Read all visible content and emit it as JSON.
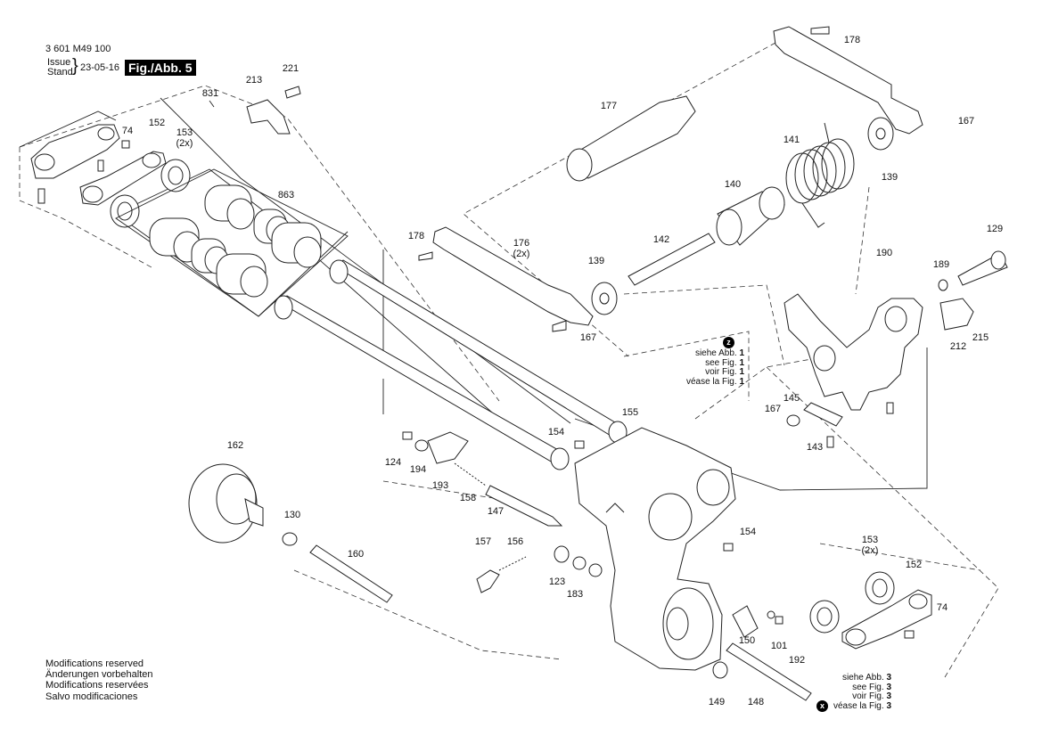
{
  "header": {
    "doc_number": "3 601 M49 100",
    "issue_label": "Issue",
    "stand_label": "Stand",
    "date": "23-05-16",
    "figure": "Fig./Abb. 5"
  },
  "ref_top": {
    "marker": "z",
    "lines": [
      {
        "text": "siehe Abb. ",
        "num": "1"
      },
      {
        "text": "see Fig. ",
        "num": "1"
      },
      {
        "text": "voir Fig. ",
        "num": "1"
      },
      {
        "text": "véase la Fig. ",
        "num": "1"
      }
    ]
  },
  "ref_bottom": {
    "marker": "x",
    "lines": [
      {
        "text": "siehe Abb. ",
        "num": "3"
      },
      {
        "text": "see Fig. ",
        "num": "3"
      },
      {
        "text": "voir Fig. ",
        "num": "3"
      },
      {
        "text": "véase la Fig. ",
        "num": "3"
      }
    ]
  },
  "footer": [
    "Modifications reserved",
    "Änderungen vorbehalten",
    "Modifications reservées",
    "Salvo modificaciones"
  ],
  "parts": [
    {
      "id": "p178a",
      "label": "178"
    },
    {
      "id": "p167a",
      "label": "167"
    },
    {
      "id": "p139a",
      "label": "139"
    },
    {
      "id": "p177",
      "label": "177"
    },
    {
      "id": "p141",
      "label": "141"
    },
    {
      "id": "p140",
      "label": "140"
    },
    {
      "id": "p142",
      "label": "142"
    },
    {
      "id": "p129",
      "label": "129"
    },
    {
      "id": "p190",
      "label": "190"
    },
    {
      "id": "p189",
      "label": "189"
    },
    {
      "id": "p215",
      "label": "215"
    },
    {
      "id": "p212",
      "label": "212"
    },
    {
      "id": "p178b",
      "label": "178"
    },
    {
      "id": "p176",
      "label": "176",
      "sub": "(2x)"
    },
    {
      "id": "p139b",
      "label": "139"
    },
    {
      "id": "p167b",
      "label": "167"
    },
    {
      "id": "p213",
      "label": "213"
    },
    {
      "id": "p221",
      "label": "221"
    },
    {
      "id": "p831",
      "label": "831"
    },
    {
      "id": "p74a",
      "label": "74"
    },
    {
      "id": "p152a",
      "label": "152"
    },
    {
      "id": "p153a",
      "label": "153",
      "sub": "(2x)"
    },
    {
      "id": "p863",
      "label": "863"
    },
    {
      "id": "p145",
      "label": "145"
    },
    {
      "id": "p167c",
      "label": "167"
    },
    {
      "id": "p143",
      "label": "143"
    },
    {
      "id": "p155",
      "label": "155"
    },
    {
      "id": "p154a",
      "label": "154"
    },
    {
      "id": "p124",
      "label": "124"
    },
    {
      "id": "p194",
      "label": "194"
    },
    {
      "id": "p193",
      "label": "193"
    },
    {
      "id": "p158",
      "label": "158"
    },
    {
      "id": "p147",
      "label": "147"
    },
    {
      "id": "p162",
      "label": "162"
    },
    {
      "id": "p130",
      "label": "130"
    },
    {
      "id": "p160",
      "label": "160"
    },
    {
      "id": "p157",
      "label": "157"
    },
    {
      "id": "p156",
      "label": "156"
    },
    {
      "id": "p123",
      "label": "123"
    },
    {
      "id": "p183",
      "label": "183"
    },
    {
      "id": "p154b",
      "label": "154"
    },
    {
      "id": "p153b",
      "label": "153",
      "sub": "(2x)"
    },
    {
      "id": "p152b",
      "label": "152"
    },
    {
      "id": "p74b",
      "label": "74"
    },
    {
      "id": "p150",
      "label": "150"
    },
    {
      "id": "p101",
      "label": "101"
    },
    {
      "id": "p192",
      "label": "192"
    },
    {
      "id": "p149",
      "label": "149"
    },
    {
      "id": "p148",
      "label": "148"
    }
  ]
}
